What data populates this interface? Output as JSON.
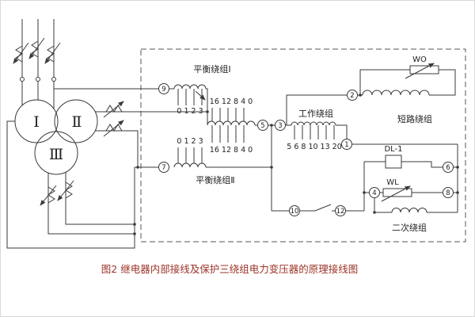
{
  "caption": "图2 继电器内部接线及保护三绕组电力变压器的原理接线图",
  "transformer": {
    "winding1": "Ⅰ",
    "winding2": "Ⅱ",
    "winding3": "Ⅲ"
  },
  "relay_box": {
    "balance1_label": "平衡绕组Ⅰ",
    "balance2_label": "平衡绕组Ⅱ",
    "working_label": "工作绕组",
    "short_label": "短路绕组",
    "secondary_label": "二次绕组",
    "dl1": "DL-1",
    "wo": "WO",
    "wl": "WL",
    "taps": {
      "b1_sel": "16 12 8 4 0",
      "b1": "0 1 2 3",
      "b2": "0 1 2 3",
      "b2_sel": "16 12 8 4 0",
      "working": "5 6 8 10 13 20"
    },
    "terminals": {
      "t1": "1",
      "t2": "2",
      "t3": "3",
      "t4": "4",
      "t5": "5",
      "t6": "6",
      "t7": "7",
      "t8": "8",
      "t9": "9",
      "t10": "10",
      "t12": "12"
    }
  }
}
